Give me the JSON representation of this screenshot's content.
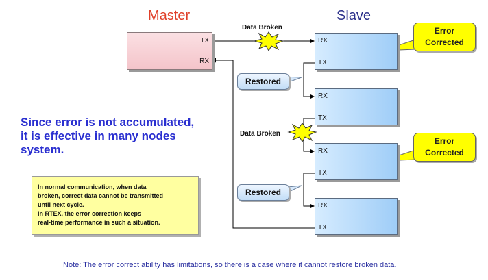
{
  "headings": {
    "master": "Master",
    "slave": "Slave"
  },
  "ports": {
    "tx": "TX",
    "rx": "RX"
  },
  "labels": {
    "data_broken": "Data Broken",
    "restored": "Restored",
    "error_corrected_line1": "Error",
    "error_corrected_line2": "Corrected"
  },
  "main_text": [
    "Since error is not accumulated,",
    "it is effective in many nodes",
    "system."
  ],
  "note_lines": [
    "In normal communication, when data",
    "broken, correct data cannot be transmitted",
    "until next cycle.",
    "In RTEX, the error correction keeps",
    "real-time performance in such a situation."
  ],
  "footer_note": "Note: The error correct ability has limitations, so there is a case where it cannot restore broken data.",
  "colors": {
    "master_heading": "#e0402a",
    "slave_heading": "#2a2f8a",
    "main_text": "#2a2fd0",
    "callout_fill": "#ffff00",
    "burst_fill": "#ffff00",
    "note_fill": "#ffffa0"
  }
}
